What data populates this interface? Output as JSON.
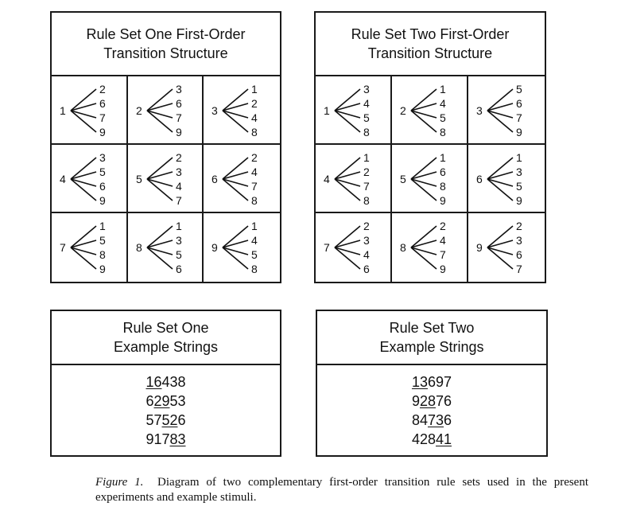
{
  "panels": [
    {
      "title_line1": "Rule Set One First-Order",
      "title_line2": "Transition Structure",
      "cells": [
        {
          "source": "1",
          "targets": [
            "2",
            "6",
            "7",
            "9"
          ]
        },
        {
          "source": "2",
          "targets": [
            "3",
            "6",
            "7",
            "9"
          ]
        },
        {
          "source": "3",
          "targets": [
            "1",
            "2",
            "4",
            "8"
          ]
        },
        {
          "source": "4",
          "targets": [
            "3",
            "5",
            "6",
            "9"
          ]
        },
        {
          "source": "5",
          "targets": [
            "2",
            "3",
            "4",
            "7"
          ]
        },
        {
          "source": "6",
          "targets": [
            "2",
            "4",
            "7",
            "8"
          ]
        },
        {
          "source": "7",
          "targets": [
            "1",
            "5",
            "8",
            "9"
          ]
        },
        {
          "source": "8",
          "targets": [
            "1",
            "3",
            "5",
            "6"
          ]
        },
        {
          "source": "9",
          "targets": [
            "1",
            "4",
            "5",
            "8"
          ]
        }
      ]
    },
    {
      "title_line1": "Rule Set Two First-Order",
      "title_line2": "Transition Structure",
      "cells": [
        {
          "source": "1",
          "targets": [
            "3",
            "4",
            "5",
            "8"
          ]
        },
        {
          "source": "2",
          "targets": [
            "1",
            "4",
            "5",
            "8"
          ]
        },
        {
          "source": "3",
          "targets": [
            "5",
            "6",
            "7",
            "9"
          ]
        },
        {
          "source": "4",
          "targets": [
            "1",
            "2",
            "7",
            "8"
          ]
        },
        {
          "source": "5",
          "targets": [
            "1",
            "6",
            "8",
            "9"
          ]
        },
        {
          "source": "6",
          "targets": [
            "1",
            "3",
            "5",
            "9"
          ]
        },
        {
          "source": "7",
          "targets": [
            "2",
            "3",
            "4",
            "6"
          ]
        },
        {
          "source": "8",
          "targets": [
            "2",
            "4",
            "7",
            "9"
          ]
        },
        {
          "source": "9",
          "targets": [
            "2",
            "3",
            "6",
            "7"
          ]
        }
      ]
    }
  ],
  "examples": [
    {
      "title_line1": "Rule Set One",
      "title_line2": "Example Strings",
      "strings": [
        {
          "pre": "",
          "ul": "16",
          "post": "438"
        },
        {
          "pre": "6",
          "ul": "29",
          "post": "53"
        },
        {
          "pre": "57",
          "ul": "52",
          "post": "6"
        },
        {
          "pre": "917",
          "ul": "83",
          "post": ""
        }
      ]
    },
    {
      "title_line1": "Rule Set Two",
      "title_line2": "Example Strings",
      "strings": [
        {
          "pre": "",
          "ul": "13",
          "post": "697"
        },
        {
          "pre": "9",
          "ul": "28",
          "post": "76"
        },
        {
          "pre": "84",
          "ul": "73",
          "post": "6"
        },
        {
          "pre": "428",
          "ul": "41",
          "post": ""
        }
      ]
    }
  ],
  "caption": {
    "figure_label": "Figure 1.",
    "text": "Diagram of two complementary first-order transition rule sets used in the present experiments and example stimuli."
  }
}
